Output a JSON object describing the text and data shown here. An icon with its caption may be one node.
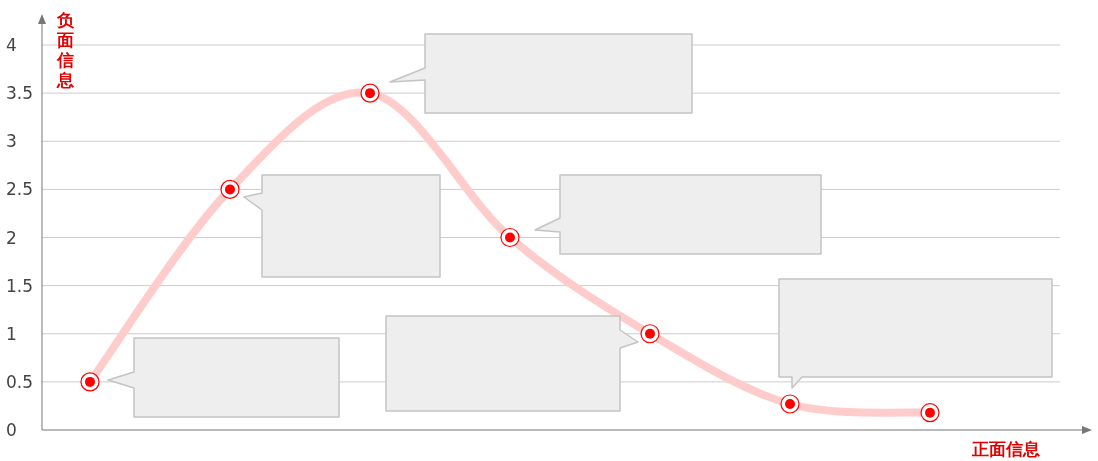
{
  "diagram": {
    "nodes": [
      {
        "text": [],
        "shape": "box"
      },
      {
        "text": [],
        "shape": "box"
      },
      {
        "text": [],
        "shape": "box"
      },
      {
        "text": [],
        "shape": "box"
      },
      {
        "text": [],
        "shape": "box"
      },
      {
        "text": [],
        "shape": "box"
      }
    ],
    "chart_data": {
      "type": "line",
      "xlabel": "正面信息",
      "ylabel": "负面信息",
      "grid": true,
      "series": [
        {
          "color": "#ffcccc",
          "marker": "circle",
          "values": [
            0.5,
            2.5,
            3.5,
            2,
            1,
            0.27,
            0.18
          ]
        }
      ],
      "ylim": [
        0,
        4
      ],
      "yticks": [
        0,
        0.5,
        1,
        1.5,
        2,
        2.5,
        3,
        3.5,
        4
      ]
    }
  }
}
